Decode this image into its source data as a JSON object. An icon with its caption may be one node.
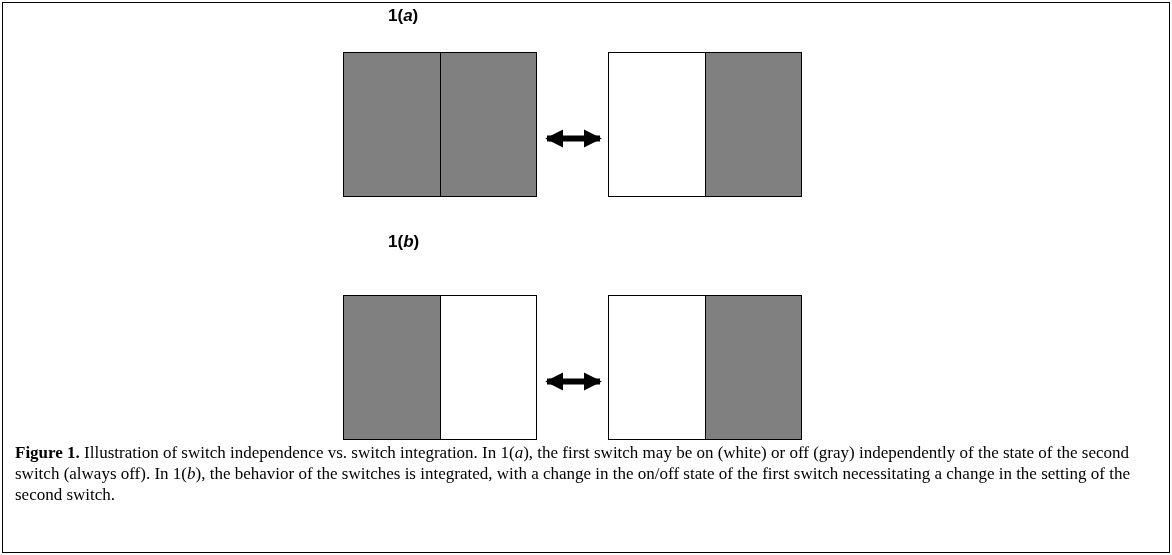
{
  "diagram": {
    "caption": "**Figure 1.** Illustration of switch independence vs. switch integration. In 1(*a*), the first switch may be on (white) or off (gray) independently of the state of the second switch (always off). In 1(*b*), the behavior of the switches is integrated, with a change in the on/off state of the first switch necessitating a change in the setting of the second switch.",
    "nodes": [
      {
        "text": [],
        "shape": "box"
      },
      {
        "text": [],
        "shape": "box"
      },
      {
        "text": [],
        "shape": "box"
      },
      {
        "text": [],
        "shape": "box"
      }
    ],
    "edges": [
      {
        "from": 0,
        "to": 1,
        "arrow": "both"
      },
      {
        "from": 2,
        "to": 3,
        "arrow": "both"
      }
    ],
    "labels": [
      "1(*a*)",
      "1(*b*)"
    ]
  }
}
